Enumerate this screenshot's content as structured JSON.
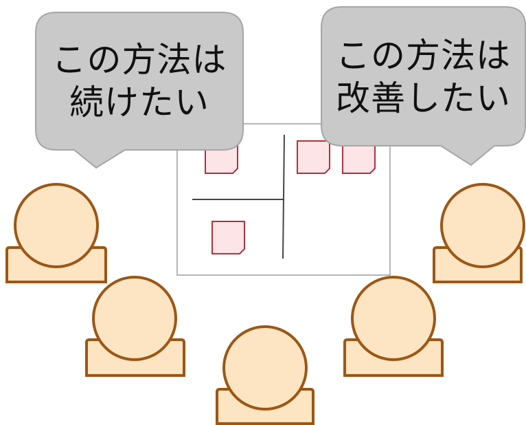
{
  "colors": {
    "bubble_fill": "#c9c9c9",
    "bubble_stroke": "#a6a6a6",
    "board_stroke": "#b5b5b5",
    "board_line": "#444444",
    "note_fill": "#fde4e6",
    "note_stroke": "#b0303c",
    "person_fill": "#fde4c2",
    "person_stroke": "#9c5714"
  },
  "bubbles": {
    "left": {
      "line1": "この方法は",
      "line2": "続けたい"
    },
    "right": {
      "line1": "この方法は",
      "line2": "改善したい"
    }
  },
  "sticky_notes": {
    "count_upper_left": 1,
    "count_upper_right": 2,
    "count_lower_left": 1
  },
  "people": {
    "count": 5
  }
}
